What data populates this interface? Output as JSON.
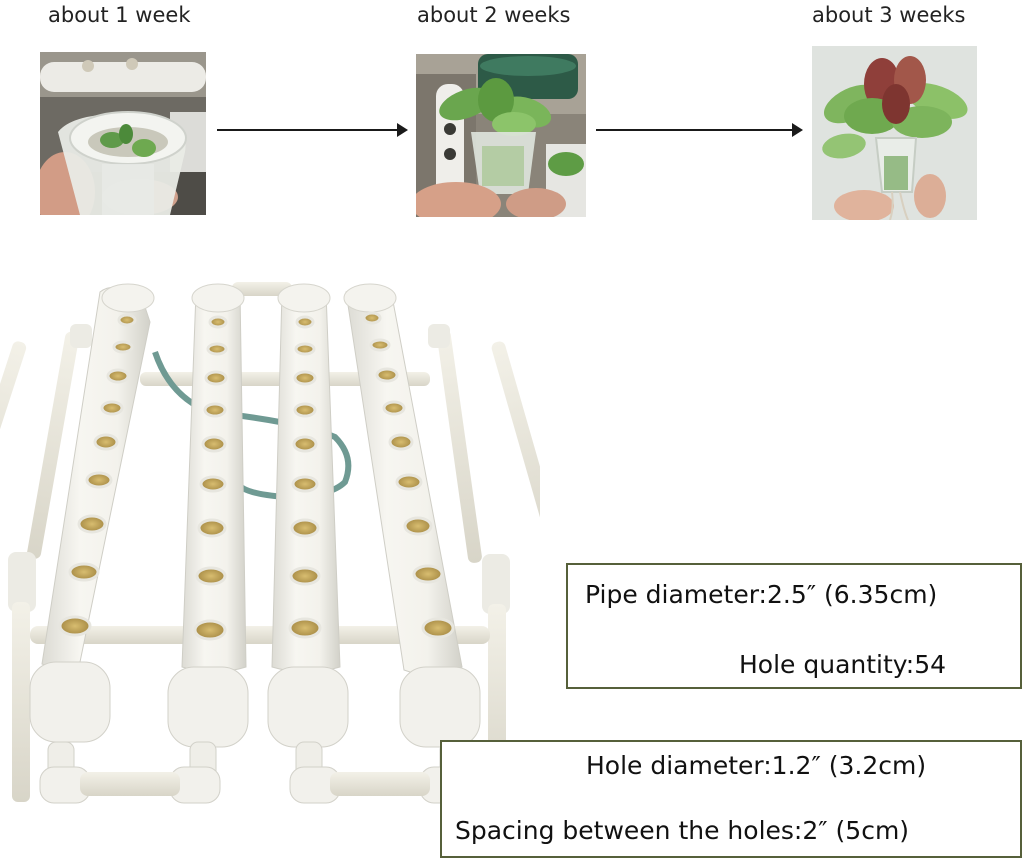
{
  "stages": [
    {
      "label": "about 1 week"
    },
    {
      "label": "about 2 weeks"
    },
    {
      "label": "about 3 weeks"
    }
  ],
  "specs": {
    "pipe_diameter": "Pipe diameter:2.5″ (6.35cm)",
    "hole_quantity": "Hole quantity:54",
    "hole_diameter": "Hole diameter:1.2″ (3.2cm)",
    "spacing": "Spacing between the holes:2″ (5cm)"
  },
  "colors": {
    "box_border": "#56603a",
    "pipe_white": "#f4f3ee",
    "hole_cup": "#c9ac62",
    "tube": "#6f9a93"
  }
}
